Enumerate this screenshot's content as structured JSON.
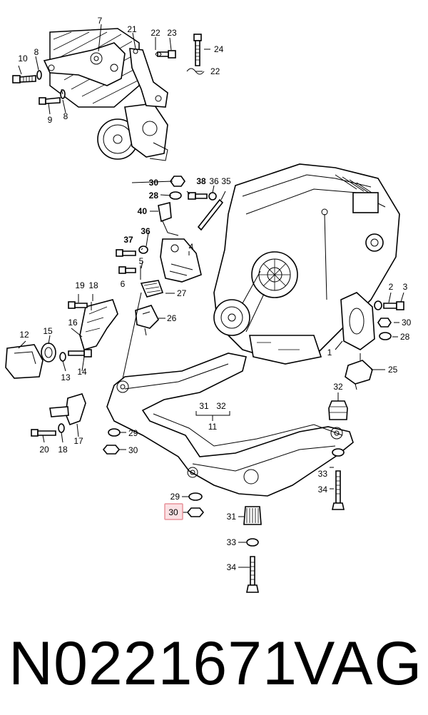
{
  "diagram": {
    "callouts": {
      "c7": "7",
      "c21": "21",
      "c22a": "22",
      "c23": "23",
      "c24": "24",
      "c22b": "22",
      "c10": "10",
      "c8a": "8",
      "c8b": "8",
      "c9": "9",
      "c30a": "30",
      "c38": "38",
      "c36a": "36",
      "c35": "35",
      "c28a": "28",
      "c40": "40",
      "c37": "37",
      "c36b": "36",
      "c5": "5",
      "c4": "4",
      "c6": "6",
      "c27": "27",
      "c26": "26",
      "c19": "19",
      "c18a": "18",
      "c12": "12",
      "c15": "15",
      "c16": "16",
      "c13": "13",
      "c14": "14",
      "c2": "2",
      "c3": "3",
      "c30b": "30",
      "c28b": "28",
      "c1": "1",
      "c25": "25",
      "c32a": "32",
      "c31a": "31",
      "c32b": "32",
      "c11": "11",
      "c29a": "29",
      "c30c": "30",
      "c20": "20",
      "c18b": "18",
      "c17": "17",
      "c33a": "33",
      "c34a": "34",
      "c29b": "29",
      "c30d": "30",
      "c31b": "31",
      "c33b": "33",
      "c34b": "34"
    },
    "highlighted_callout": "30"
  },
  "footer": {
    "part_number": "N0221671",
    "brand": "VAG"
  }
}
